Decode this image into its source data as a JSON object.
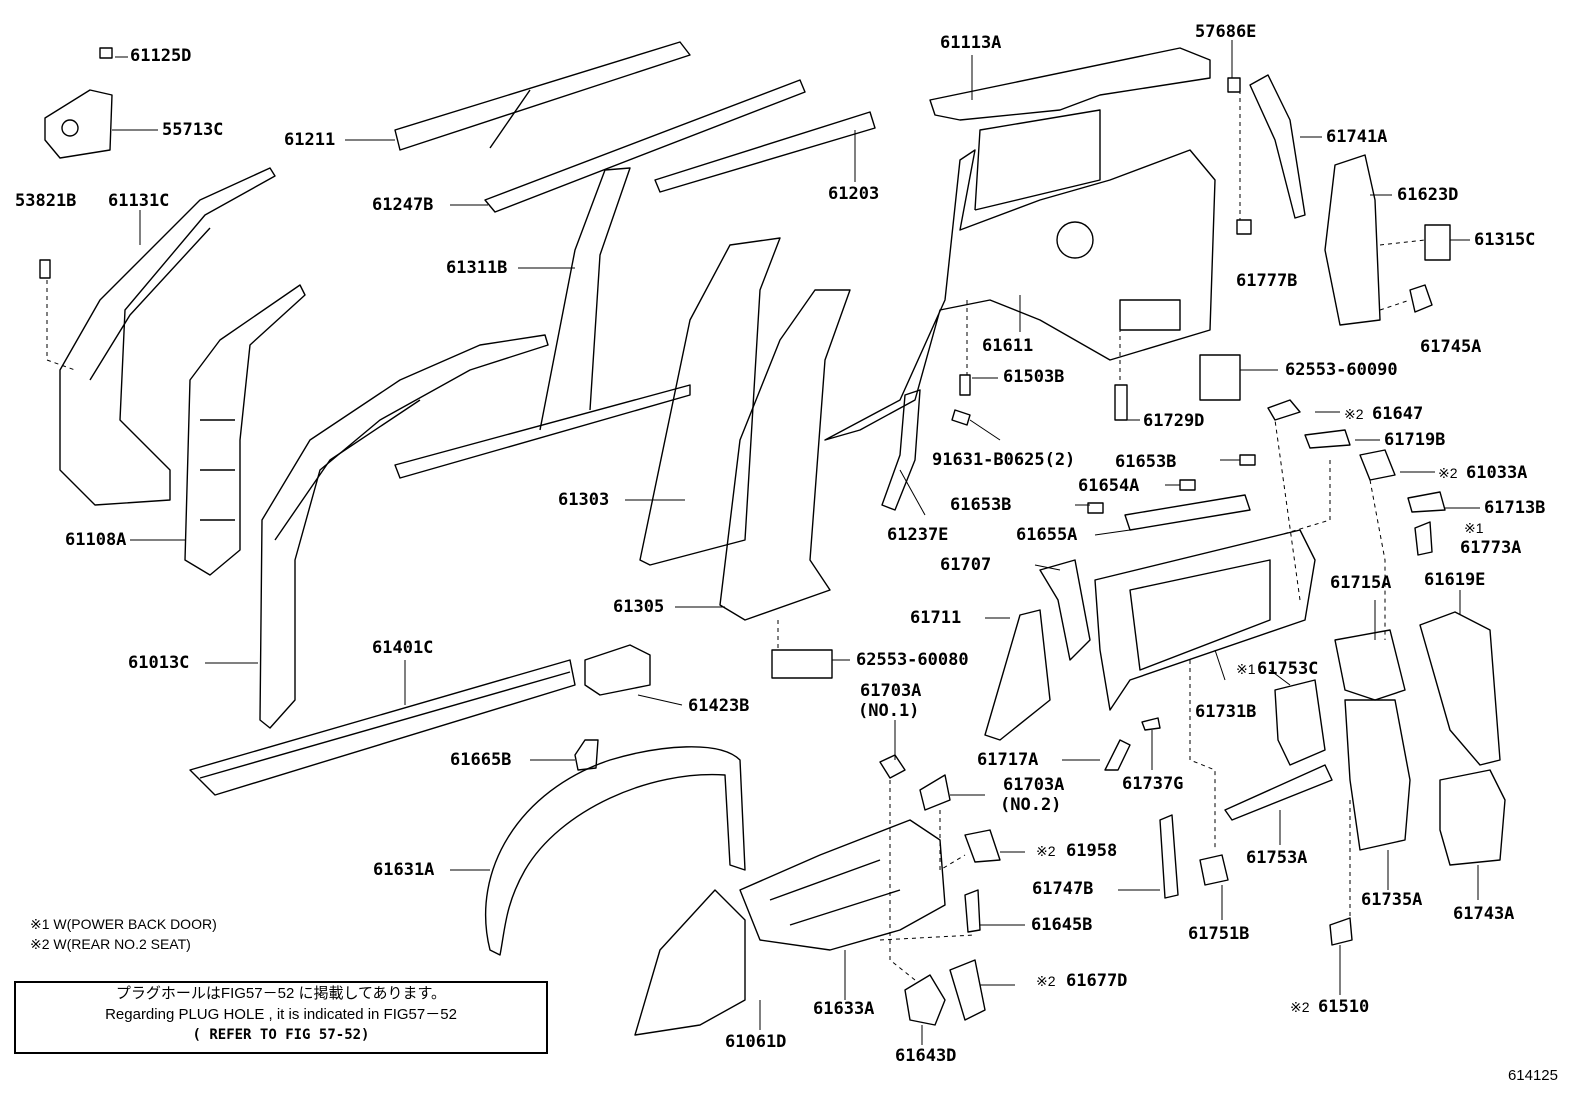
{
  "footnotes": {
    "note1": "※1 W(POWER BACK DOOR)",
    "note2": "※2 W(REAR NO.2 SEAT)"
  },
  "reference_box": {
    "line1": "プラグホールはFIG57－52 に掲載してあります。",
    "line2": "Regarding PLUG HOLE , it is indicated in FIG57－52",
    "line3": "(   REFER TO FIG 57-52)"
  },
  "figure_number": "614125",
  "part_labels": [
    "61125D",
    "55713C",
    "53821B",
    "61131C",
    "61108A",
    "61211",
    "61247B",
    "61203",
    "61311B",
    "61303",
    "61305",
    "62553-60080",
    "61013C",
    "61401C",
    "61423B",
    "61665B",
    "61631A",
    "61113A",
    "57686E",
    "61741A",
    "61623D",
    "61315C",
    "61777B",
    "61745A",
    "61611",
    "61503B",
    "62553-60090",
    "61729D",
    "91631-B0625(2)",
    "61237E",
    "61653B",
    "61654A",
    "61653B",
    "61655A",
    "61707",
    "61711",
    "61647",
    "61719B",
    "61033A",
    "61713B",
    "61773A",
    "61715A",
    "61619E",
    "61753C",
    "61731B",
    "61703A",
    "(NO.1)",
    "61703A",
    "(NO.2)",
    "61717A",
    "61737G",
    "61958",
    "61747B",
    "61751B",
    "61753A",
    "61735A",
    "61743A",
    "61645B",
    "61677D",
    "61633A",
    "61061D",
    "61643D",
    "61510"
  ],
  "prefix_marks": [
    "※2",
    "※2",
    "※1",
    "※1",
    "※2",
    "※2",
    "※2"
  ]
}
